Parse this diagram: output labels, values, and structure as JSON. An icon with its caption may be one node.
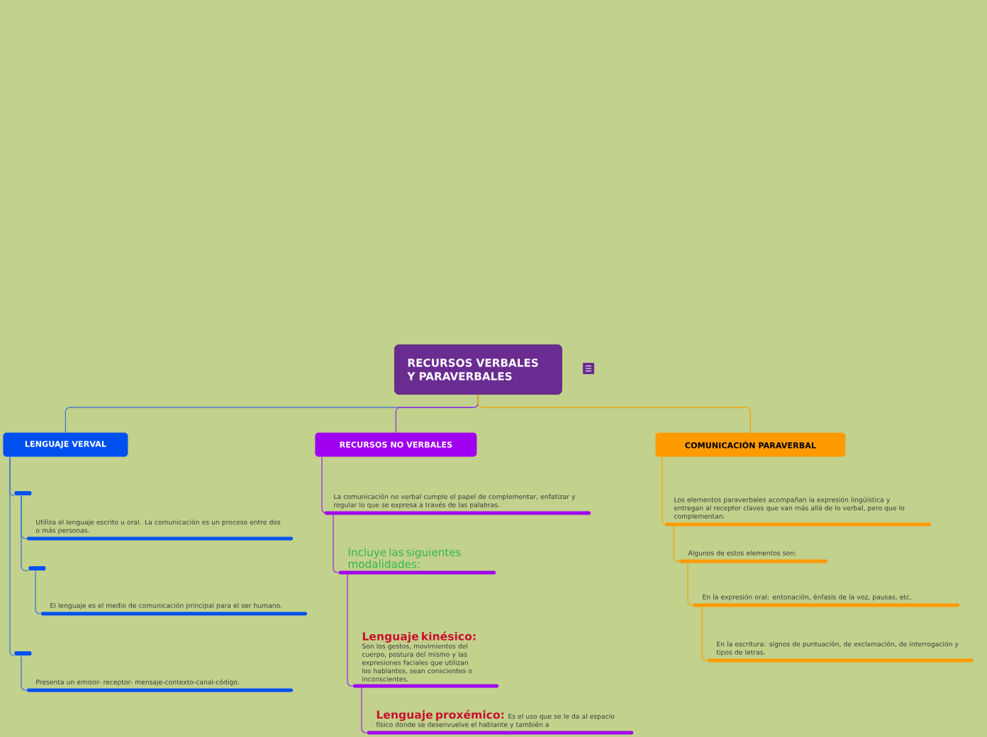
{
  "diagram": {
    "nodes": [
      {
        "text": [
          "RECURSOS VERBALES Y PARAVERBALES"
        ]
      },
      {
        "text": [
          "LENGUAJE VERVAL"
        ]
      },
      {
        "text": [],
        "shape": "bar"
      },
      {
        "text": [
          "Utiliza el lenguaje escrito u oral. La comunicación es un proceso entre dos o más personas."
        ]
      },
      {
        "text": [],
        "shape": "bar"
      },
      {
        "text": [
          "El lenguaje es el medio de comunicación principal para el ser humano."
        ]
      },
      {
        "text": [],
        "shape": "bar"
      },
      {
        "text": [
          "Presenta un emisor- receptor- mensaje-contexto-canal-código."
        ]
      },
      {
        "text": [
          "RECURSOS NO VERBALES"
        ]
      },
      {
        "text": [
          "La comunicación no verbal cumple el papel de complementar, enfatizar y regular lo que se expresa a través de las palabras."
        ]
      },
      {
        "text": [
          "Incluye las siguientes modalidades:"
        ]
      },
      {
        "text": [
          "Lenguaje kinésico:",
          "Son los gestos, movimientos del cuerpo, postura del mismo y las expresiones faciales que utilizan los hablantes, sean conscientes o inconscientes."
        ]
      },
      {
        "text": [
          "Lenguaje proxémico:",
          "Es el uso que se le da al espacio físico donde se desenvuelve el hablante y también a"
        ]
      },
      {
        "text": [
          "COMUNICACIÓN PARAVERBAL"
        ]
      },
      {
        "text": [
          "Los elementos paraverbales acompañan la expresión lingüística y entregan al receptor claves que van más allá de lo verbal, pero que lo complementan."
        ]
      },
      {
        "text": [
          "Algunos de estos elementos son:"
        ]
      },
      {
        "text": [
          "En la expresión oral: entonación, énfasis de la voz, pausas, etc."
        ]
      },
      {
        "text": [
          "En la escritura: signos de puntuación, de exclamación, de interrogación y tipos de letras."
        ]
      }
    ],
    "edges": [
      {
        "from": 0,
        "to": 1,
        "arrow": "none"
      },
      {
        "from": 1,
        "to": 2,
        "arrow": "none"
      },
      {
        "from": 2,
        "to": 3,
        "arrow": "none"
      },
      {
        "from": 2,
        "to": 4,
        "arrow": "none"
      },
      {
        "from": 4,
        "to": 5,
        "arrow": "none"
      },
      {
        "from": 1,
        "to": 6,
        "arrow": "none"
      },
      {
        "from": 6,
        "to": 7,
        "arrow": "none"
      },
      {
        "from": 0,
        "to": 8,
        "arrow": "none",
        "color": "#a020f0"
      },
      {
        "from": 8,
        "to": 9,
        "arrow": "none",
        "color": "#a020f0"
      },
      {
        "from": 9,
        "to": 10,
        "arrow": "none",
        "color": "#a020f0"
      },
      {
        "from": 10,
        "to": 11,
        "arrow": "none",
        "color": "#a020f0"
      },
      {
        "from": 11,
        "to": 12,
        "arrow": "none",
        "color": "#a020f0"
      },
      {
        "from": 0,
        "to": 13,
        "arrow": "none",
        "color": "#f5a000"
      },
      {
        "from": 13,
        "to": 14,
        "arrow": "none",
        "color": "#f5a000"
      },
      {
        "from": 14,
        "to": 15,
        "arrow": "none",
        "color": "#f5a000"
      },
      {
        "from": 15,
        "to": 16,
        "arrow": "none",
        "color": "#f5a000"
      },
      {
        "from": 16,
        "to": 17,
        "arrow": "none",
        "color": "#f5a000"
      }
    ]
  }
}
